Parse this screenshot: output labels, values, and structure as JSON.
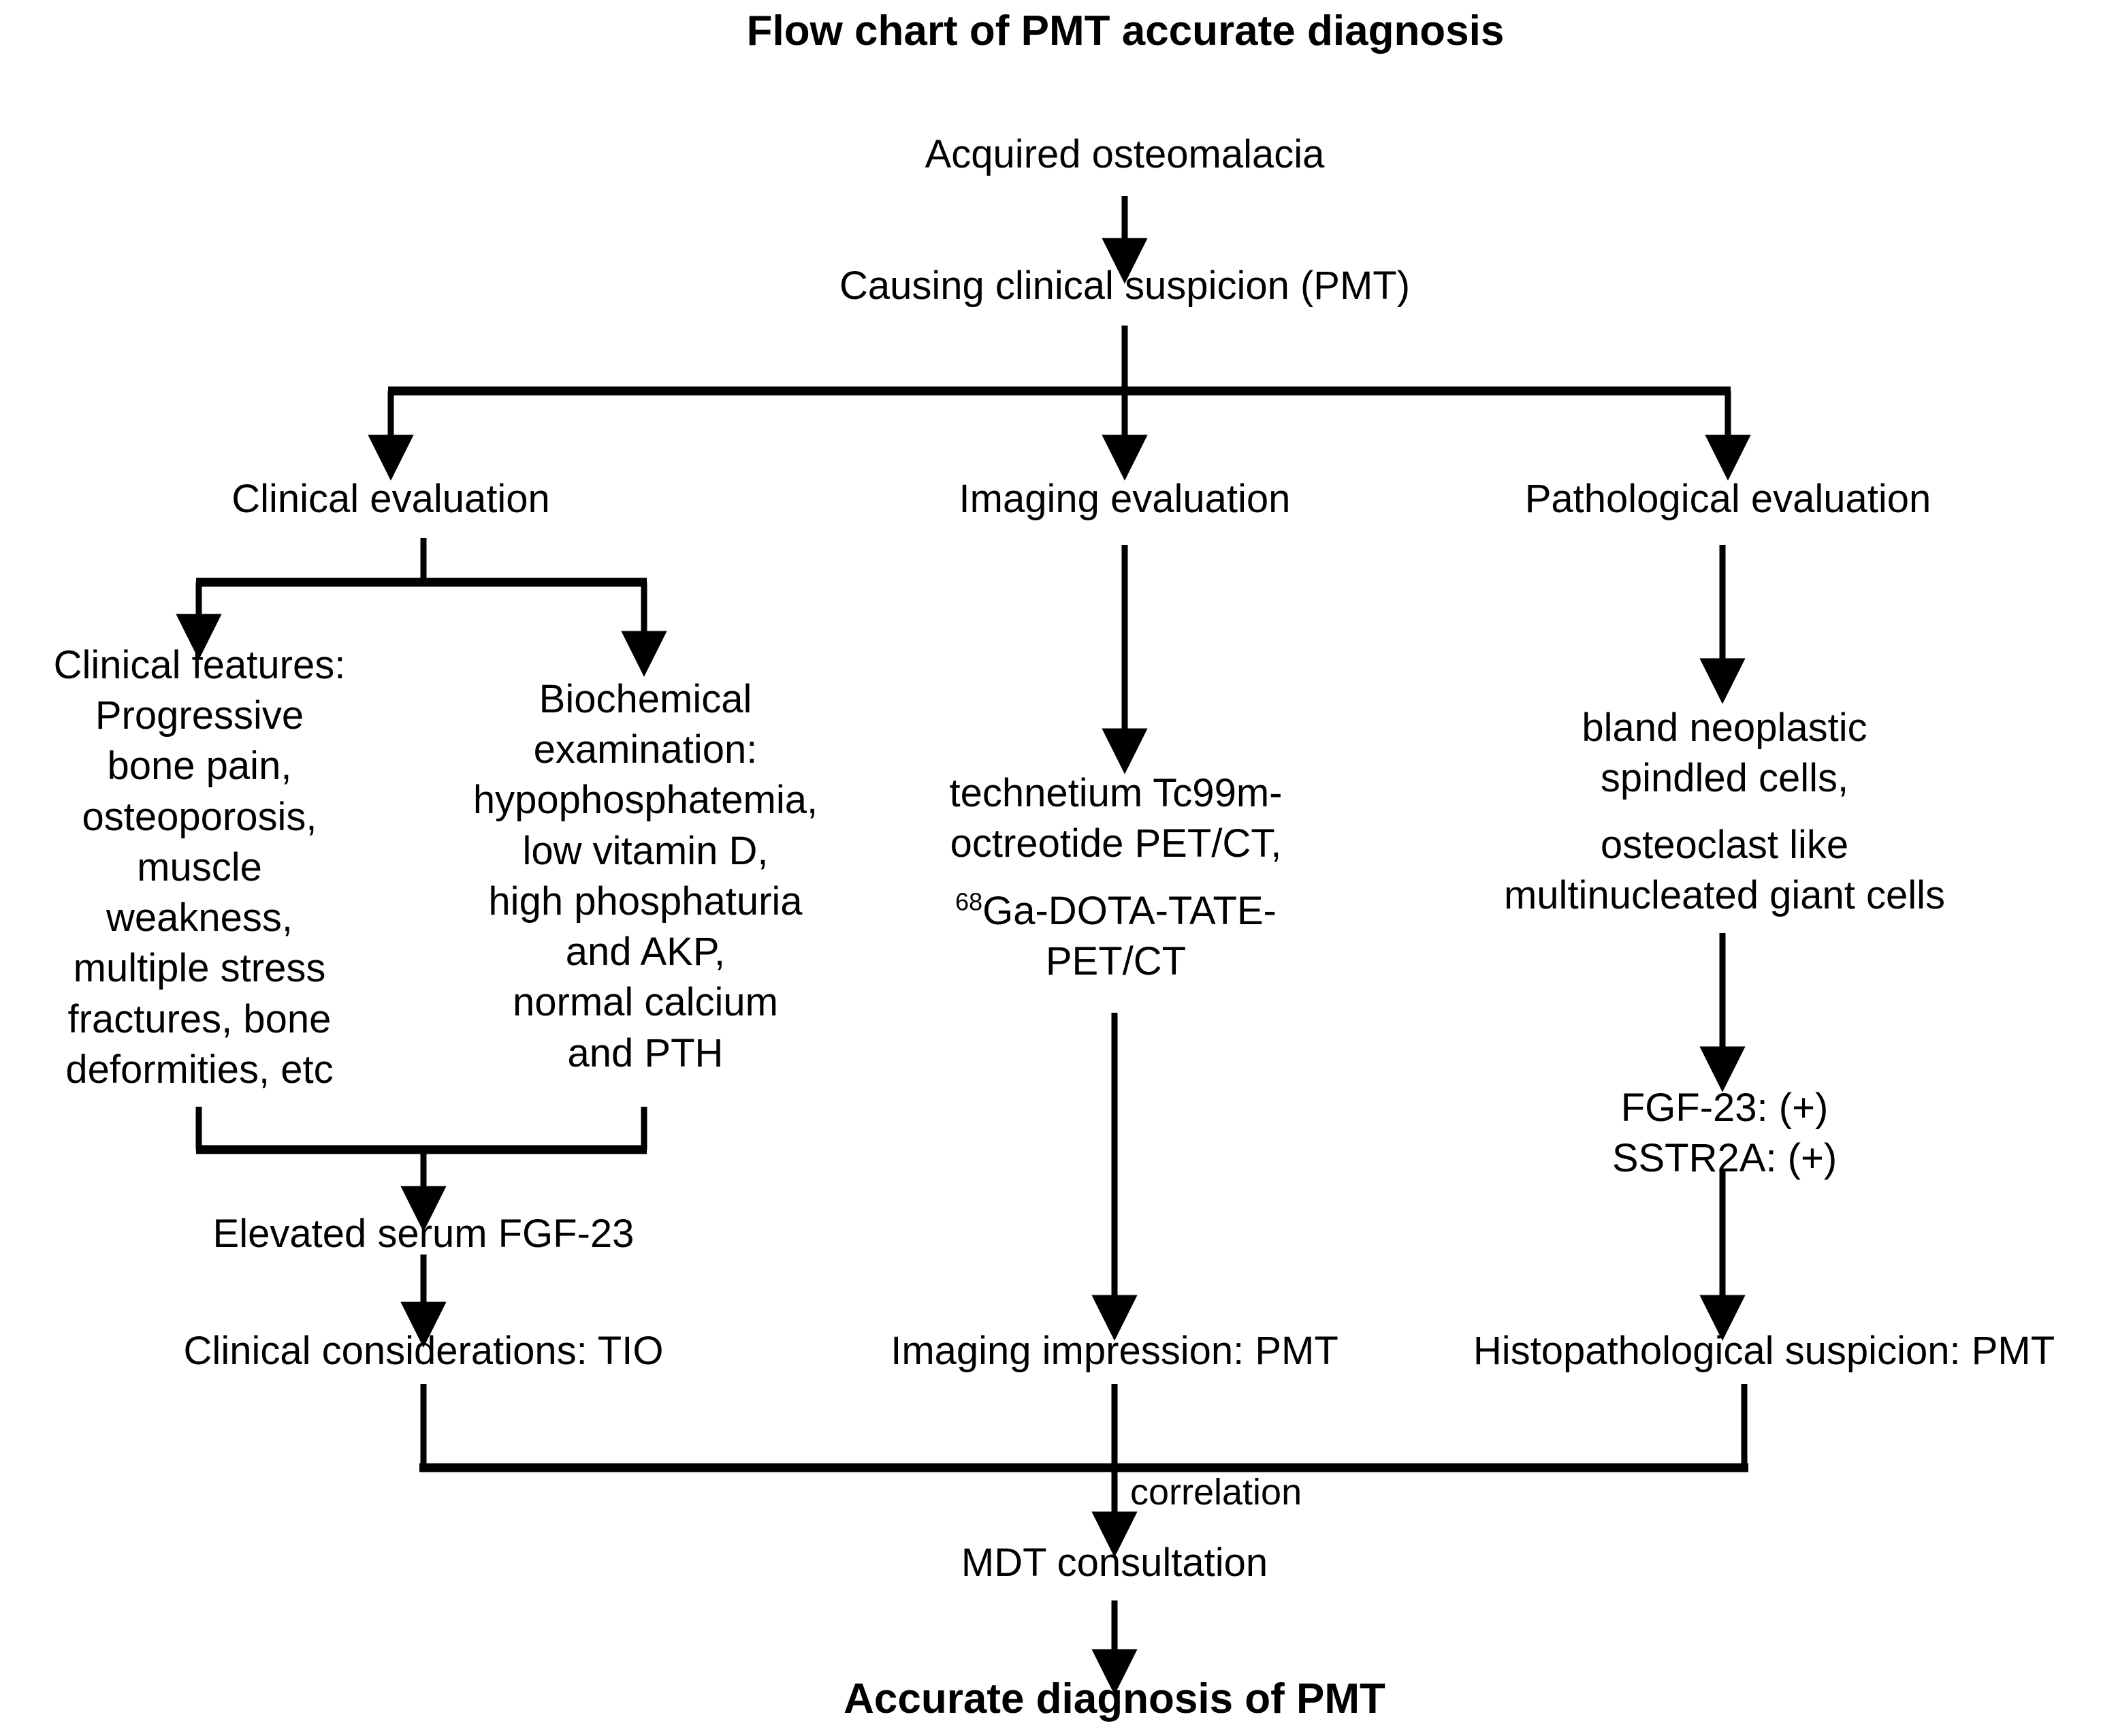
{
  "figure": {
    "title": "Flow chart of PMT accurate diagnosis",
    "type": "flowchart",
    "orientation": "top-to-bottom",
    "background_color": "#ffffff",
    "line_color": "#000000",
    "text_color": "#000000"
  },
  "nodes": {
    "start": "Acquired osteomalacia",
    "suspicion": "Causing clinical suspicion (PMT)",
    "branch_clinical": "Clinical evaluation",
    "branch_imaging": "Imaging evaluation",
    "branch_pathological": "Pathological evaluation",
    "clinical_features": "Clinical features:\nProgressive\nbone pain,\nosteoporosis,\nmuscle\nweakness,\nmultiple stress\nfractures, bone\ndeformities, etc",
    "biochemical": "Biochemical\nexamination:\nhypophosphatemia,\nlow vitamin D,\nhigh phosphaturia\nand AKP,\nnormal  calcium\nand PTH",
    "imaging_modalities_line1": "technetium Tc99m-",
    "imaging_modalities_line2": "octreotide PET/CT,",
    "imaging_modalities_sup": "68",
    "imaging_modalities_line3": "Ga-DOTA-TATE-",
    "imaging_modalities_line4": "PET/CT",
    "pathology_findings_line1": "bland neoplastic",
    "pathology_findings_line2": "spindled cells,",
    "pathology_findings_line3": "osteoclast like",
    "pathology_findings_line4": "multinucleated giant cells",
    "ihc_line1": "FGF-23: (+)",
    "ihc_line2": "SSTR2A: (+)",
    "elevated_fgf23": "Elevated serum FGF-23",
    "clinical_conclusion": "Clinical considerations: TIO",
    "imaging_conclusion": "Imaging impression: PMT",
    "pathology_conclusion": "Histopathological suspicion: PMT",
    "mdt": "MDT consultation",
    "final": "Accurate diagnosis of PMT"
  },
  "edge_labels": {
    "correlation": "correlation"
  },
  "chart_data": {
    "type": "flowchart",
    "title": "Flow chart of PMT accurate diagnosis",
    "steps": [
      {
        "id": "start",
        "label": "Acquired osteomalacia",
        "level": 0
      },
      {
        "id": "suspicion",
        "label": "Causing clinical suspicion (PMT)",
        "level": 1
      },
      {
        "id": "branch_clinical",
        "label": "Clinical evaluation",
        "level": 2,
        "column": "left"
      },
      {
        "id": "branch_imaging",
        "label": "Imaging evaluation",
        "level": 2,
        "column": "center"
      },
      {
        "id": "branch_pathological",
        "label": "Pathological evaluation",
        "level": 2,
        "column": "right"
      },
      {
        "id": "clinical_features",
        "label": "Clinical features: Progressive bone pain, osteoporosis, muscle weakness, multiple stress fractures, bone deformities, etc",
        "level": 3,
        "column": "left"
      },
      {
        "id": "biochemical",
        "label": "Biochemical examination: hypophosphatemia, low vitamin D, high phosphaturia and AKP, normal calcium and PTH",
        "level": 3,
        "column": "left"
      },
      {
        "id": "imaging_modalities",
        "label": "technetium Tc99m-octreotide PET/CT, 68Ga-DOTA-TATE-PET/CT",
        "level": 3,
        "column": "center"
      },
      {
        "id": "pathology_findings",
        "label": "bland neoplastic spindled cells, osteoclast like multinucleated giant cells",
        "level": 3,
        "column": "right"
      },
      {
        "id": "ihc",
        "label": "FGF-23: (+) SSTR2A: (+)",
        "level": 4,
        "column": "right"
      },
      {
        "id": "elevated_fgf23",
        "label": "Elevated serum FGF-23",
        "level": 4,
        "column": "left"
      },
      {
        "id": "clinical_conclusion",
        "label": "Clinical considerations: TIO",
        "level": 5,
        "column": "left"
      },
      {
        "id": "imaging_conclusion",
        "label": "Imaging impression: PMT",
        "level": 5,
        "column": "center"
      },
      {
        "id": "pathology_conclusion",
        "label": "Histopathological suspicion: PMT",
        "level": 5,
        "column": "right"
      },
      {
        "id": "mdt",
        "label": "MDT consultation",
        "level": 6
      },
      {
        "id": "final",
        "label": "Accurate diagnosis of PMT",
        "level": 7
      }
    ],
    "edges": [
      {
        "from": "start",
        "to": "suspicion"
      },
      {
        "from": "suspicion",
        "to": "branch_clinical"
      },
      {
        "from": "suspicion",
        "to": "branch_imaging"
      },
      {
        "from": "suspicion",
        "to": "branch_pathological"
      },
      {
        "from": "branch_clinical",
        "to": "clinical_features"
      },
      {
        "from": "branch_clinical",
        "to": "biochemical"
      },
      {
        "from": "branch_imaging",
        "to": "imaging_modalities"
      },
      {
        "from": "branch_pathological",
        "to": "pathology_findings"
      },
      {
        "from": "pathology_findings",
        "to": "ihc"
      },
      {
        "from": "clinical_features",
        "to": "elevated_fgf23"
      },
      {
        "from": "biochemical",
        "to": "elevated_fgf23"
      },
      {
        "from": "elevated_fgf23",
        "to": "clinical_conclusion"
      },
      {
        "from": "imaging_modalities",
        "to": "imaging_conclusion"
      },
      {
        "from": "ihc",
        "to": "pathology_conclusion"
      },
      {
        "from": "clinical_conclusion",
        "to": "mdt",
        "label": "correlation"
      },
      {
        "from": "imaging_conclusion",
        "to": "mdt",
        "label": "correlation"
      },
      {
        "from": "pathology_conclusion",
        "to": "mdt",
        "label": "correlation"
      },
      {
        "from": "mdt",
        "to": "final"
      }
    ]
  }
}
